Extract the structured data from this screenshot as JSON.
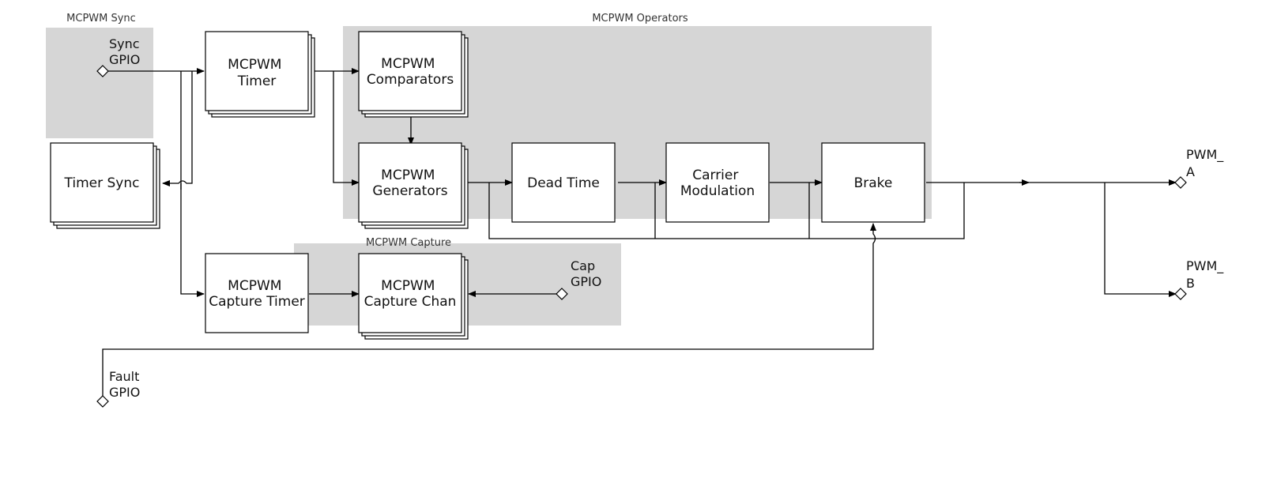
{
  "groups": {
    "sync": "MCPWM Sync",
    "operators": "MCPWM Operators",
    "capture": "MCPWM Capture"
  },
  "blocks": {
    "timer": [
      "MCPWM",
      "Timer"
    ],
    "timer_sync": [
      "Timer Sync"
    ],
    "comparators": [
      "MCPWM",
      "Comparators"
    ],
    "generators": [
      "MCPWM",
      "Generators"
    ],
    "dead_time": [
      "Dead Time"
    ],
    "carrier": [
      "Carrier",
      "Modulation"
    ],
    "brake": [
      "Brake"
    ],
    "capture_timer": [
      "MCPWM",
      "Capture Timer"
    ],
    "capture_chan": [
      "MCPWM",
      "Capture Chan"
    ]
  },
  "pins": {
    "sync_gpio": [
      "Sync",
      "GPIO"
    ],
    "cap_gpio": [
      "Cap",
      "GPIO"
    ],
    "fault_gpio": [
      "Fault",
      "GPIO"
    ],
    "pwm_a": [
      "PWM_",
      "A"
    ],
    "pwm_b": [
      "PWM_",
      "B"
    ]
  },
  "colors": {
    "group_bg": "#d6d6d6",
    "block_fill": "#ffffff",
    "line": "#000000"
  }
}
